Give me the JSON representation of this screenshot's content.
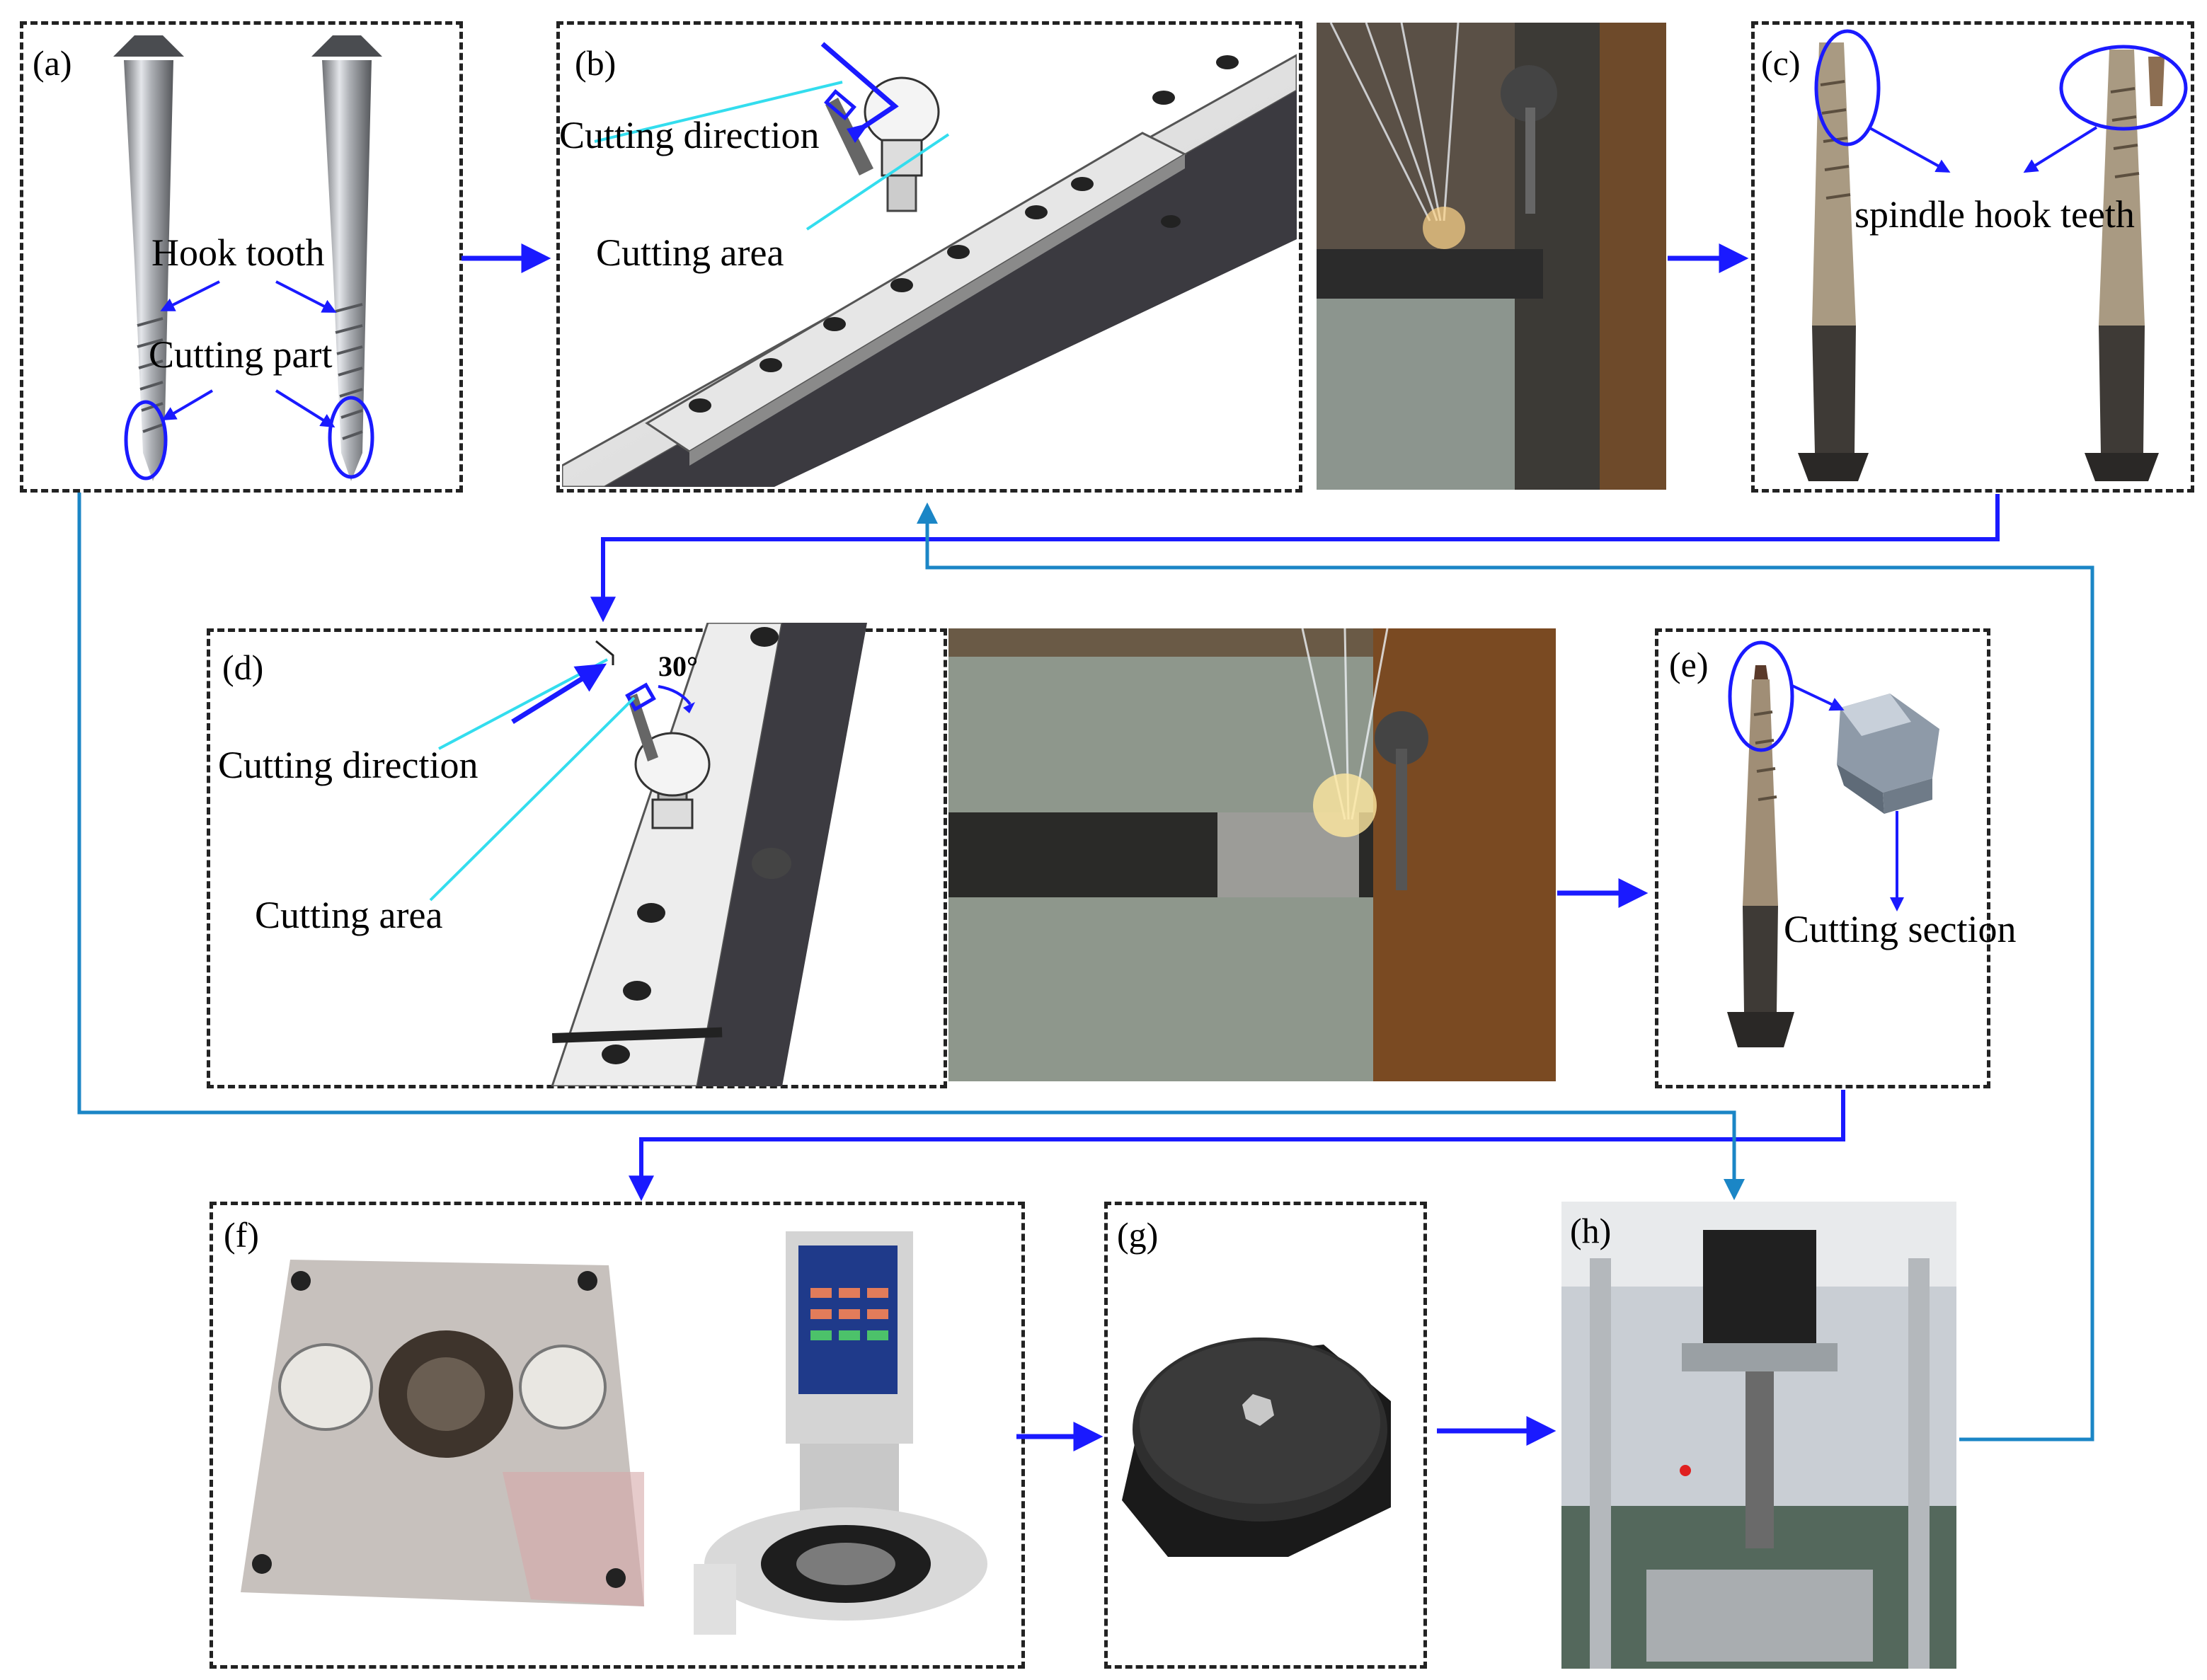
{
  "panels": {
    "a": {
      "label": "(a)",
      "hook_tooth": "Hook tooth",
      "cutting_part": "Cutting part"
    },
    "b": {
      "label": "(b)",
      "cutting_direction": "Cutting direction",
      "cutting_area": "Cutting area"
    },
    "c": {
      "label": "(c)",
      "spindle_hook_teeth": "spindle hook teeth"
    },
    "d": {
      "label": "(d)",
      "angle": "30°",
      "cutting_direction": "Cutting direction",
      "cutting_area": "Cutting area"
    },
    "e": {
      "label": "(e)",
      "cutting_section": "Cutting section"
    },
    "f": {
      "label": "(f)"
    },
    "g": {
      "label": "(g)"
    },
    "h": {
      "label": "(h)"
    }
  },
  "colors": {
    "arrow_blue": "#1a1aff",
    "flow_line_blue": "#1b86c6",
    "pointer_cyan": "#33ddee",
    "border": "#222222"
  }
}
